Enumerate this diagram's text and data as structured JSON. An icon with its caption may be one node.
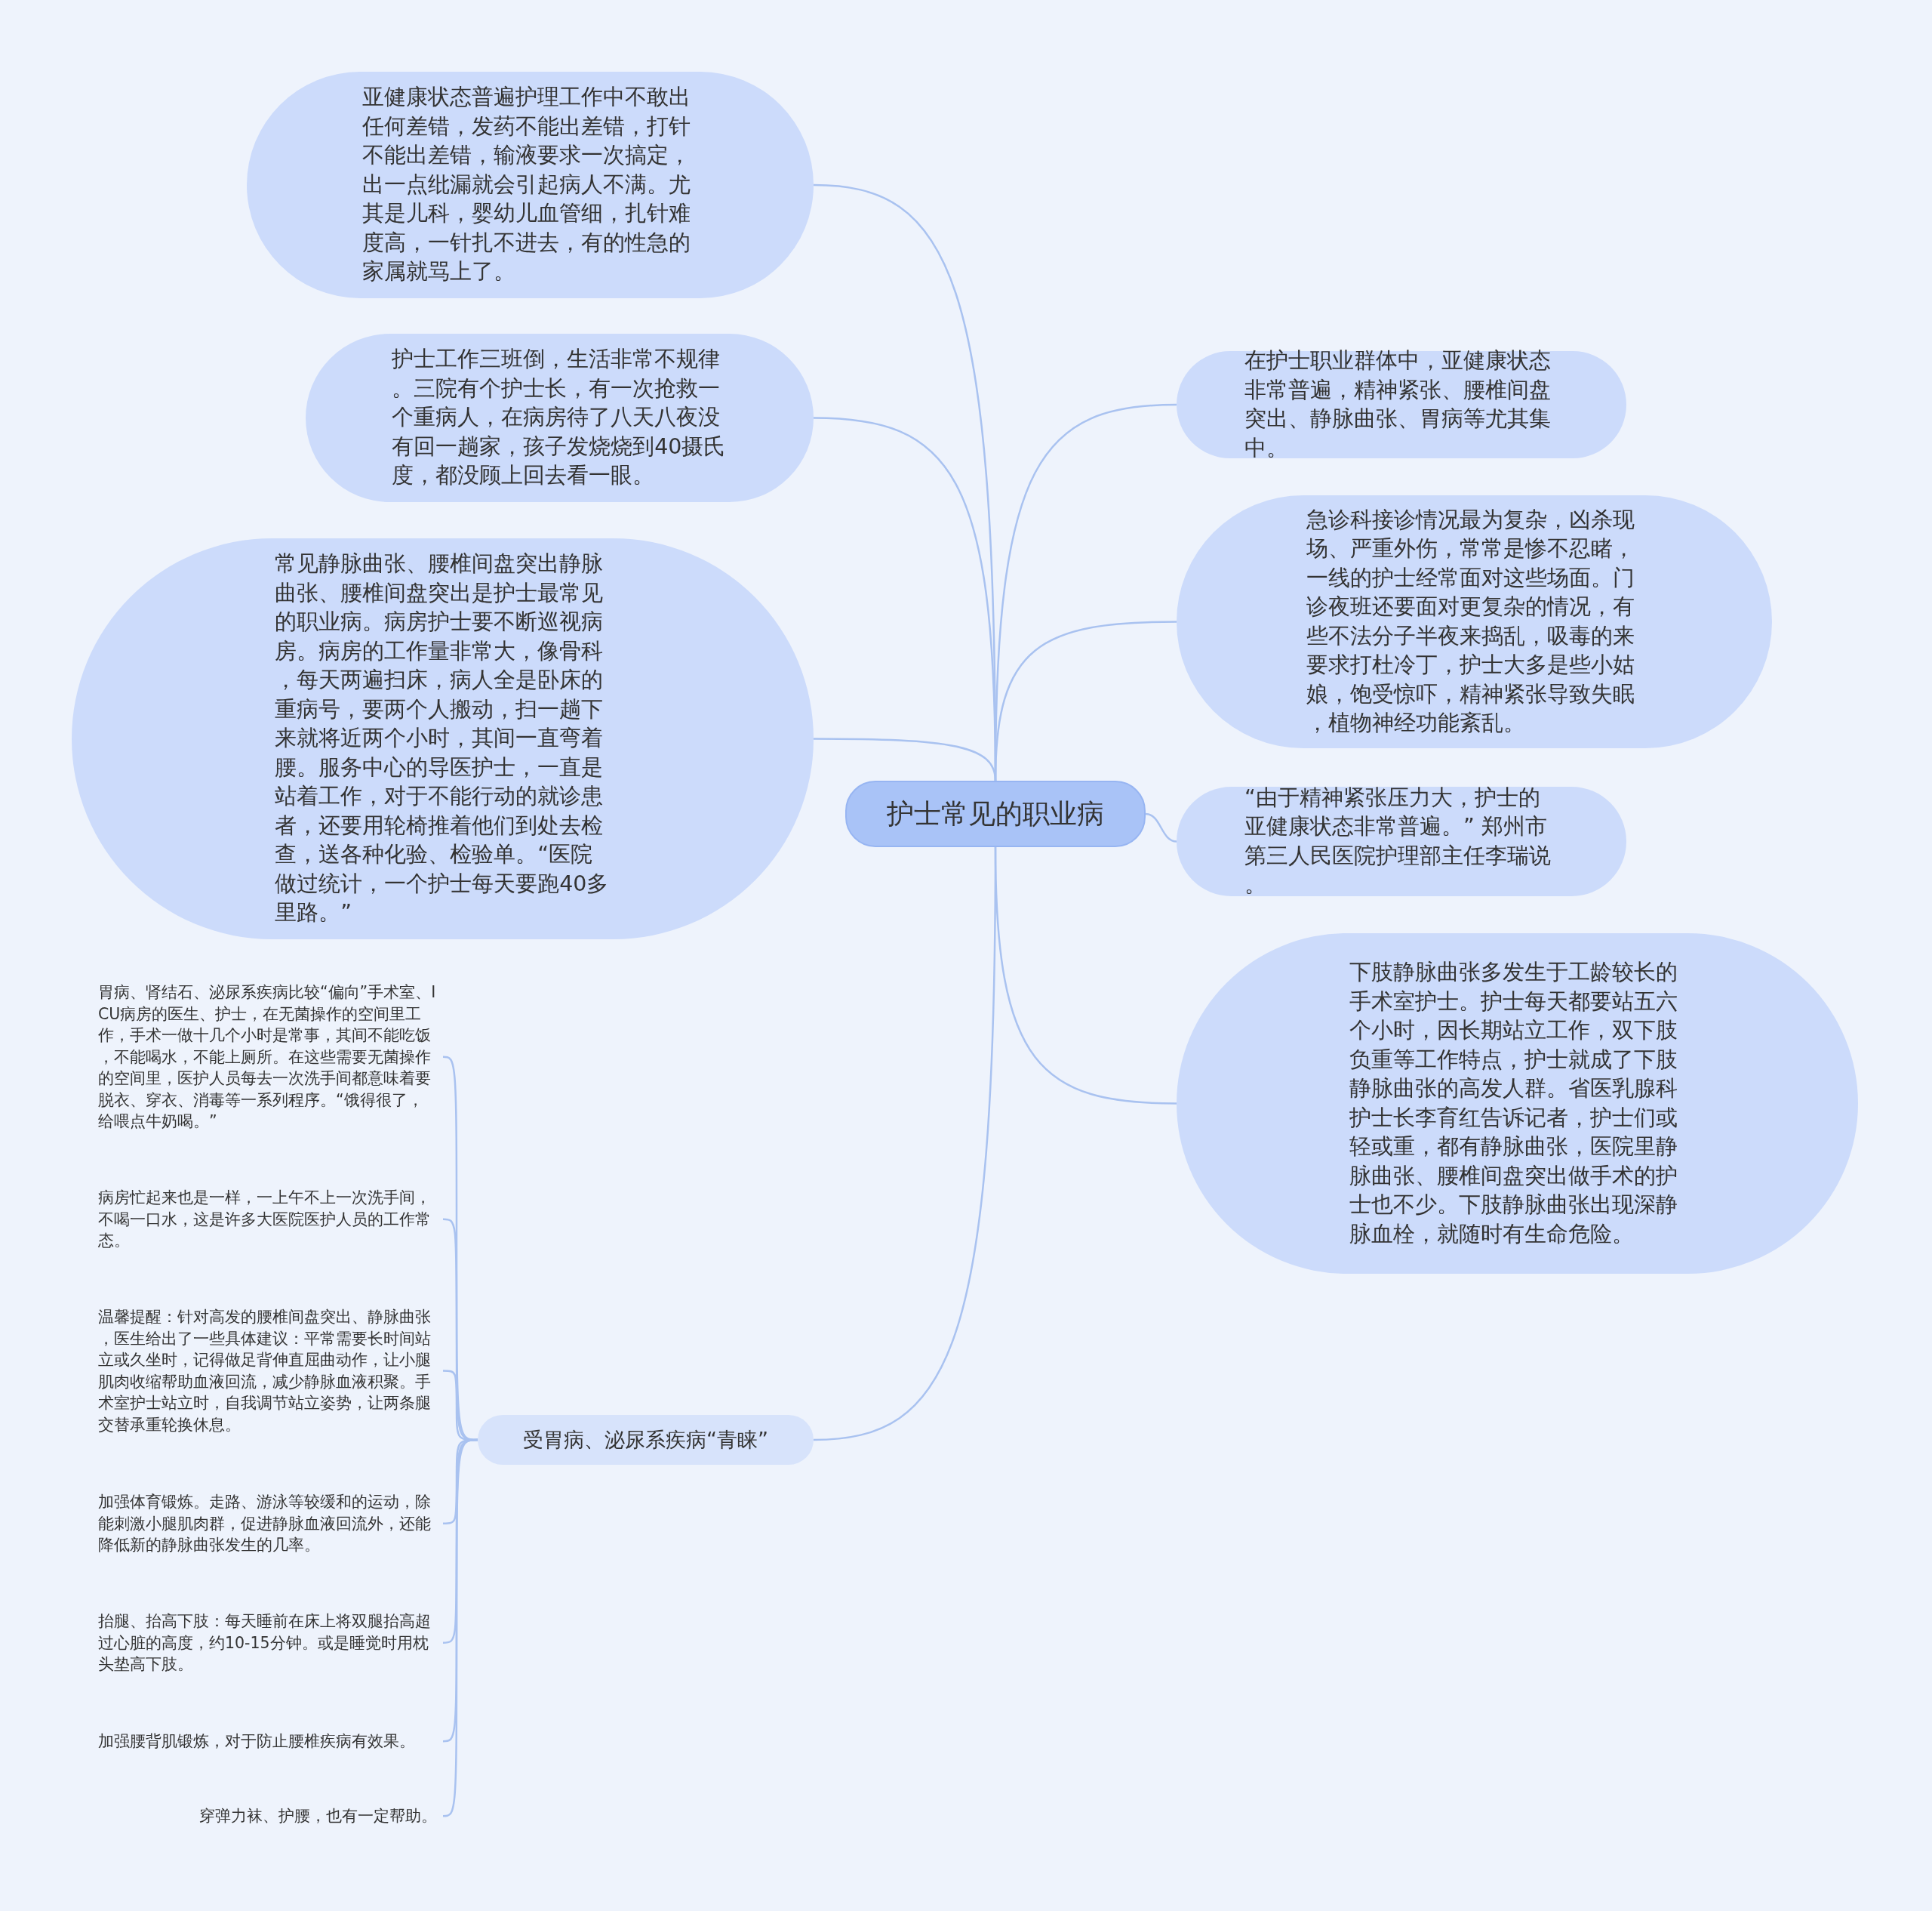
{
  "diagram": {
    "nodes": [
      {
        "text": [
          "护士常见的职业病"
        ]
      },
      {
        "text": [
          "亚健康状态普遍护理工作中不敢出任何差错，发药不能出差错，打针不能出差错，输液要求一次搞定，出一点纰漏就会引起病人不满。尤其是儿科，婴幼儿血管细，扎针难度高，一针扎不进去，有的性急的家属就骂上了。"
        ]
      },
      {
        "text": [
          "护士工作三班倒，生活非常不规律。三院有个护士长，有一次抢救一个重病人，在病房待了八天八夜没有回一趟家，孩子发烧烧到40摄氏度，都没顾上回去看一眼。"
        ]
      },
      {
        "text": [
          "常见静脉曲张、腰椎间盘突出静脉曲张、腰椎间盘突出是护士最常见的职业病。病房护士要不断巡视病房。病房的工作量非常大，像骨科，每天两遍扫床，病人全是卧床的重病号，要两个人搬动，扫一趟下来就将近两个小时，其间一直弯着腰。服务中心的导医护士，一直是站着工作，对于不能行动的就诊患者，还要用轮椅推着他们到处去检查，送各种化验、检验单。“医院做过统计，一个护士每天要跑40多里路。”"
        ]
      },
      {
        "text": [
          "在护士职业群体中，亚健康状态非常普遍，精神紧张、腰椎间盘突出、静脉曲张、胃病等尤其集中。"
        ]
      },
      {
        "text": [
          "急诊科接诊情况最为复杂，凶杀现场、严重外伤，常常是惨不忍睹，一线的护士经常面对这些场面。门诊夜班还要面对更复杂的情况，有些不法分子半夜来捣乱，吸毒的来要求打杜冷丁，护士大多是些小姑娘，饱受惊吓，精神紧张导致失眠，植物神经功能紊乱。"
        ]
      },
      {
        "text": [
          "“由于精神紧张压力大，护士的亚健康状态非常普遍。” 郑州市第三人民医院护理部主任李瑞说。"
        ]
      },
      {
        "text": [
          "下肢静脉曲张多发生于工龄较长的手术室护士。护士每天都要站五六个小时，因长期站立工作，双下肢负重等工作特点，护士就成了下肢静脉曲张的高发人群。省医乳腺科护士长李育红告诉记者，护士们或轻或重，都有静脉曲张，医院里静脉曲张、腰椎间盘突出做手术的护士也不少。下肢静脉曲张出现深静脉血栓，就随时有生命危险。"
        ]
      },
      {
        "text": [
          "受胃病、泌尿系疾病“青睐”"
        ]
      },
      {
        "text": [
          "胃病、肾结石、泌尿系疾病比较“偏向”手术室、ICU病房的医生、护士，在无菌操作的空间里工作，手术一做十几个小时是常事，其间不能吃饭，不能喝水，不能上厕所。在这些需要无菌操作的空间里，医护人员每去一次洗手间都意味着要脱衣、穿衣、消毒等一系列程序。“饿得很了，给喂点牛奶喝。”"
        ]
      },
      {
        "text": [
          "病房忙起来也是一样，一上午不上一次洗手间，不喝一口水，这是许多大医院医护人员的工作常态。"
        ]
      },
      {
        "text": [
          "温馨提醒：针对高发的腰椎间盘突出、静脉曲张，医生给出了一些具体建议：平常需要长时间站立或久坐时，记得做足背伸直屈曲动作，让小腿肌肉收缩帮助血液回流，减少静脉血液积聚。手术室护士站立时，自我调节站立姿势，让两条腿交替承重轮换休息。"
        ]
      },
      {
        "text": [
          "加强体育锻炼。走路、游泳等较缓和的运动，除能刺激小腿肌肉群，促进静脉血液回流外，还能降低新的静脉曲张发生的几率。"
        ]
      },
      {
        "text": [
          "抬腿、抬高下肢：每天睡前在床上将双腿抬高超过心脏的高度，约10-15分钟。或是睡觉时用枕头垫高下肢。"
        ]
      },
      {
        "text": [
          "加强腰背肌锻炼，对于防止腰椎疾病有效果。"
        ]
      },
      {
        "text": [
          "穿弹力袜、护腰，也有一定帮助。"
        ]
      }
    ],
    "edges": [
      {
        "from": 0,
        "to": 1,
        "arrow": "none"
      },
      {
        "from": 0,
        "to": 2,
        "arrow": "none"
      },
      {
        "from": 0,
        "to": 3,
        "arrow": "none"
      },
      {
        "from": 0,
        "to": 4,
        "arrow": "none"
      },
      {
        "from": 0,
        "to": 5,
        "arrow": "none"
      },
      {
        "from": 0,
        "to": 6,
        "arrow": "none"
      },
      {
        "from": 0,
        "to": 7,
        "arrow": "none"
      },
      {
        "from": 0,
        "to": 8,
        "arrow": "none"
      },
      {
        "from": 8,
        "to": 9,
        "arrow": "none"
      },
      {
        "from": 8,
        "to": 10,
        "arrow": "none"
      },
      {
        "from": 8,
        "to": 11,
        "arrow": "none"
      },
      {
        "from": 8,
        "to": 12,
        "arrow": "none"
      },
      {
        "from": 8,
        "to": 13,
        "arrow": "none"
      },
      {
        "from": 8,
        "to": 14,
        "arrow": "none"
      },
      {
        "from": 8,
        "to": 15,
        "arrow": "none"
      }
    ]
  }
}
